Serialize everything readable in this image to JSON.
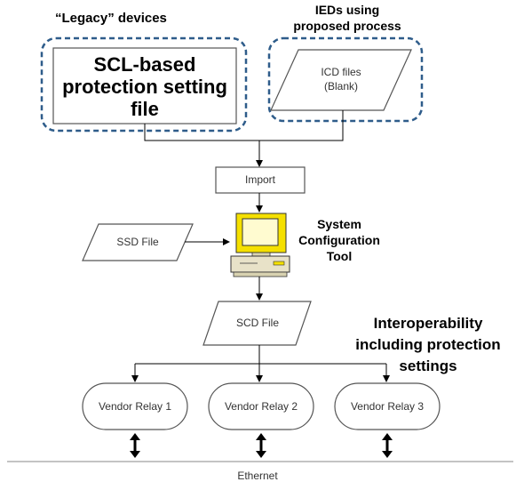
{
  "headers": {
    "legacy": "“Legacy” devices",
    "ieds_line1": "IEDs using",
    "ieds_line2": "proposed process"
  },
  "nodes": {
    "scl_file_line1": "SCL-based",
    "scl_file_line2": "protection setting",
    "scl_file_line3": "file",
    "icd_line1": "ICD files",
    "icd_line2": "(Blank)",
    "import": "Import",
    "ssd": "SSD File",
    "sct_line1": "System",
    "sct_line2": "Configuration",
    "sct_line3": "Tool",
    "scd": "SCD File",
    "relay1": "Vendor Relay 1",
    "relay2": "Vendor Relay 2",
    "relay3": "Vendor Relay 3",
    "ethernet": "Ethernet"
  },
  "callout": {
    "line1": "Interoperability",
    "line2": "including protection",
    "line3": "settings"
  },
  "colors": {
    "dashed_border": "#2e5c8a",
    "line": "#000000",
    "computer_yellow": "#f5e000",
    "computer_body": "#e8e2c8"
  }
}
